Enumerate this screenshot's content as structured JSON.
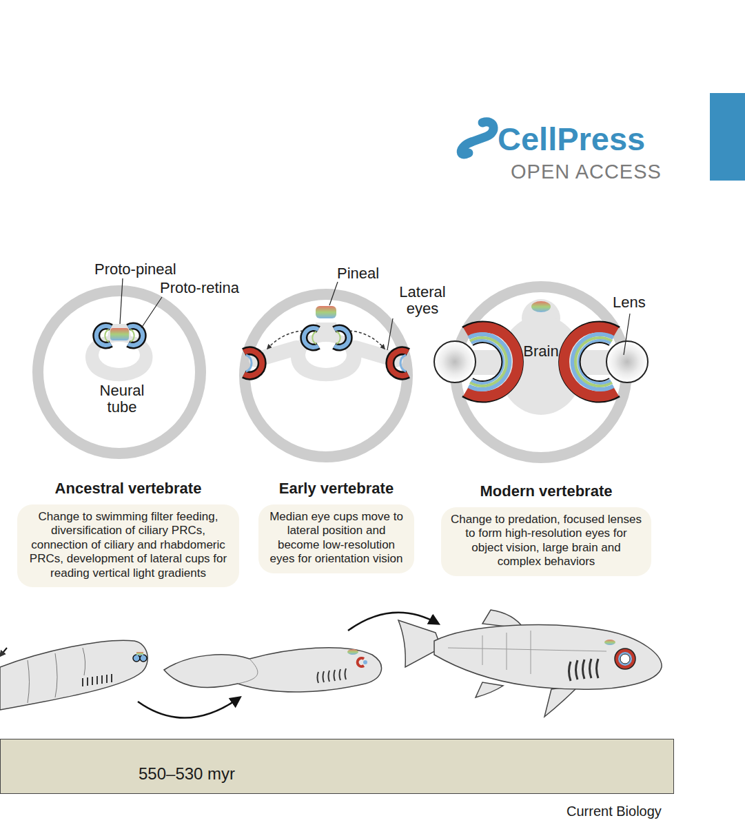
{
  "diagram": {
    "nodes": [
      {
        "text": [
          "Brain"
        ]
      },
      {
        "text": [
          "Ancestral vertebrate",
          "Change to swimming filter feeding, diversification of ciliary PRCs, connection of ciliary and rhabdomeric PRCs, development of lateral cups for reading vertical light gradients"
        ]
      },
      {
        "text": [
          "Early vertebrate",
          "Median eye cups move to lateral position and become low-resolution eyes for orientation vision"
        ]
      },
      {
        "text": [
          "Modern vertebrate",
          "Change to predation, focused lenses to form high-resolution eyes for object vision, large brain and complex behaviors"
        ]
      },
      {
        "text": [
          "550–530 myr"
        ]
      }
    ],
    "labels": [
      "CellPress",
      "OPEN ACCESS",
      "Proto-pineal",
      "Proto-retina",
      "Neural tube",
      "Pineal",
      "Lateral eyes",
      "Lens",
      "Current Biology"
    ]
  }
}
